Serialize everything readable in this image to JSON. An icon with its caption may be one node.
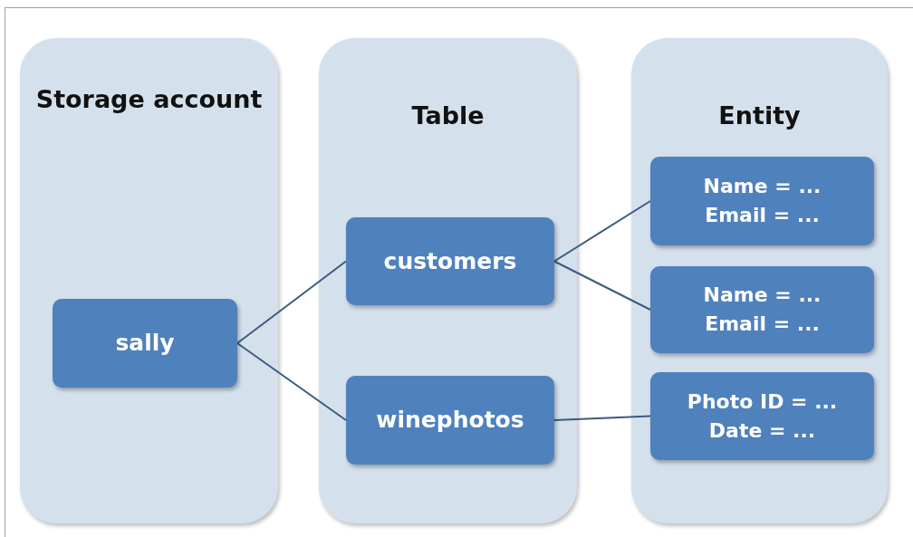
{
  "diagram": {
    "nodes": [
      {
        "text": [
          "Storage account"
        ]
      },
      {
        "text": [
          "Table"
        ]
      },
      {
        "text": [
          "Entity"
        ]
      },
      {
        "text": [
          "sally"
        ],
        "in": 0
      },
      {
        "text": [
          "customers"
        ],
        "in": 1
      },
      {
        "text": [
          "winephotos"
        ],
        "in": 1
      },
      {
        "text": [
          "Name = ...",
          "Email = ..."
        ],
        "in": 2
      },
      {
        "text": [
          "Name = ...",
          "Email = ..."
        ],
        "in": 2
      },
      {
        "text": [
          "Photo ID = ...",
          "Date = ..."
        ],
        "in": 2
      }
    ],
    "edges": [
      {
        "from": 3,
        "to": 4,
        "arrow": "none"
      },
      {
        "from": 3,
        "to": 5,
        "arrow": "none"
      },
      {
        "from": 4,
        "to": 6,
        "arrow": "none"
      },
      {
        "from": 4,
        "to": 7,
        "arrow": "none"
      },
      {
        "from": 5,
        "to": 8,
        "arrow": "none"
      }
    ]
  }
}
